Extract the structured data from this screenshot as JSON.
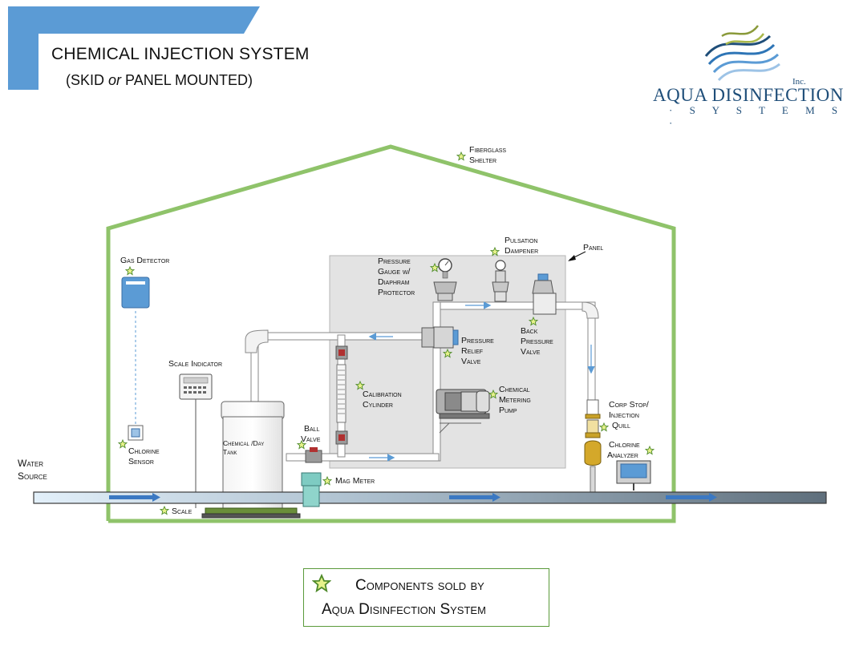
{
  "title": "CHEMICAL INJECTION SYSTEM",
  "subtitle": {
    "open": "(SKID ",
    "mid": "or",
    "close": " PANEL MOUNTED)"
  },
  "logo": {
    "name": "AQUA DISINFECTION",
    "sub": "· S Y S T E M S ·",
    "inc": "Inc."
  },
  "labels": {
    "fiberglass_1": "Fiberglass",
    "fiberglass_2": "Shelter",
    "gas_detector": "Gas Detector",
    "pressure_gauge_1": "Pressure",
    "pressure_gauge_2": "Gauge w/",
    "pressure_gauge_3": "Diaphram",
    "pressure_gauge_4": "Protector",
    "pulsation_1": "Pulsation",
    "pulsation_2": "Dampener",
    "panel": "Panel",
    "back_pressure_1": "Back",
    "back_pressure_2": "Pressure",
    "back_pressure_3": "Valve",
    "relief_1": "Pressure",
    "relief_2": "Relief",
    "relief_3": "Valve",
    "scale_indicator": "Scale Indicator",
    "calibration_1": "Calibration",
    "calibration_2": "Cylinder",
    "metering_1": "Chemical",
    "metering_2": "Metering",
    "metering_3": "Pump",
    "corp_stop_1": "Corp Stop/",
    "corp_stop_2": "Injection",
    "corp_stop_3": "Quill",
    "ball_valve_1": "Ball",
    "ball_valve_2": "Valve",
    "chemical_tank_1": "Chemical /Day",
    "chemical_tank_2": "Tank",
    "chlorine_sensor_1": "Chlorine",
    "chlorine_sensor_2": "Sensor",
    "chlorine_analyzer_1": "Chlorine",
    "chlorine_analyzer_2": "Analyzer",
    "water_source_1": "Water",
    "water_source_2": "Source",
    "mag_meter": "Mag Meter",
    "scale": "Scale"
  },
  "legend": {
    "line1": "Components sold by",
    "line2": "Aqua Disinfection System"
  },
  "colors": {
    "accent_blue": "#5b9bd5",
    "shelter_green": "#8fc36a",
    "panel_gray": "#e3e3e3",
    "pipe_blue_light": "#dcebf7",
    "pipe_blue_dark": "#6f8191",
    "star_fill": "#e6f28a",
    "star_stroke": "#4e8a2a",
    "flow_arrow": "#3b78c2"
  }
}
